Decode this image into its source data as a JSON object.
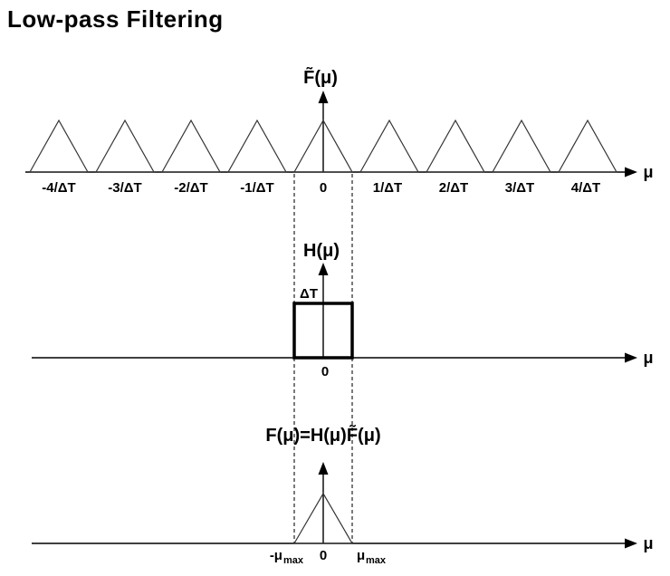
{
  "title": "Low-pass Filtering",
  "plot1": {
    "ylabel": "F̃(μ)",
    "xlabel": "μ",
    "ticks": [
      "-4/ΔT",
      "-3/ΔT",
      "-2/ΔT",
      "-1/ΔT",
      "0",
      "1/ΔT",
      "2/ΔT",
      "3/ΔT",
      "4/ΔT"
    ]
  },
  "plot2": {
    "ylabel": "H(μ)",
    "xlabel": "μ",
    "amplitude_label": "ΔT",
    "origin_label": "0"
  },
  "plot3": {
    "ylabel": "F(μ)=H(μ)F̃(μ)",
    "xlabel": "μ",
    "left_label_main": "-μ",
    "left_label_sub": "max",
    "origin_label": "0",
    "right_label_main": "μ",
    "right_label_sub": "max"
  }
}
